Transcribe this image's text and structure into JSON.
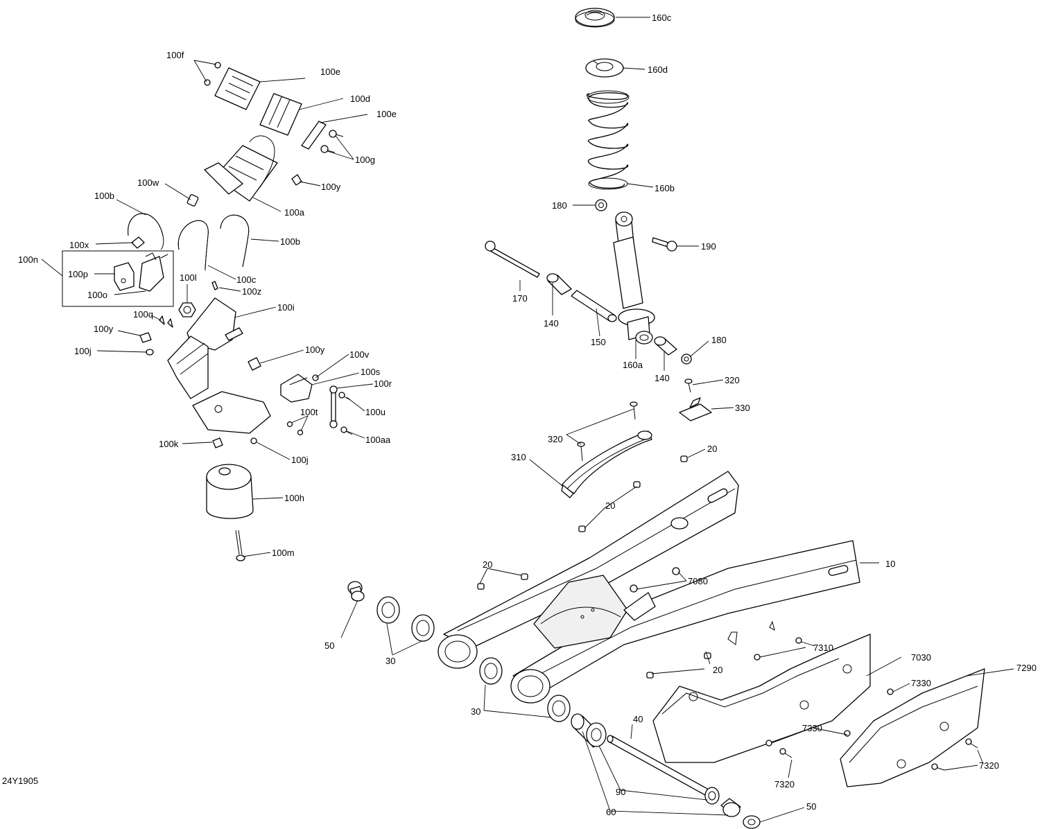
{
  "diagram_code": "24Y1905",
  "callouts": {
    "c160c": "160c",
    "c160d": "160d",
    "c160b": "160b",
    "c180a": "180",
    "c190": "190",
    "c170": "170",
    "c140a": "140",
    "c150": "150",
    "c160a": "160a",
    "c140b": "140",
    "c180b": "180",
    "c320a": "320",
    "c330": "330",
    "c320b": "320",
    "c310": "310",
    "c20a": "20",
    "c20b": "20",
    "c20c": "20",
    "c20d": "20",
    "c10": "10",
    "c7080": "7080",
    "c50a": "50",
    "c30a": "30",
    "c30b": "30",
    "c7310": "7310",
    "c7030": "7030",
    "c7290": "7290",
    "c7330a": "7330",
    "c7330b": "7330",
    "c40": "40",
    "c7320a": "7320",
    "c7320b": "7320",
    "c90": "90",
    "c60": "60",
    "c50b": "50",
    "c100f": "100f",
    "c100e_a": "100e",
    "c100d": "100d",
    "c100e_b": "100e",
    "c100g": "100g",
    "c100y_a": "100y",
    "c100w": "100w",
    "c100a": "100a",
    "c100b_a": "100b",
    "c100b_b": "100b",
    "c100x": "100x",
    "c100n": "100n",
    "c100p": "100p",
    "c100o": "100o",
    "c100c": "100c",
    "c100l": "100l",
    "c100z": "100z",
    "c100i": "100i",
    "c100q": "100q",
    "c100y_b": "100y",
    "c100j_a": "100j",
    "c100y_c": "100y",
    "c100v": "100v",
    "c100s": "100s",
    "c100r": "100r",
    "c100u": "100u",
    "c100t": "100t",
    "c100aa": "100aa",
    "c100k": "100k",
    "c100j_b": "100j",
    "c100h": "100h",
    "c100m": "100m"
  }
}
